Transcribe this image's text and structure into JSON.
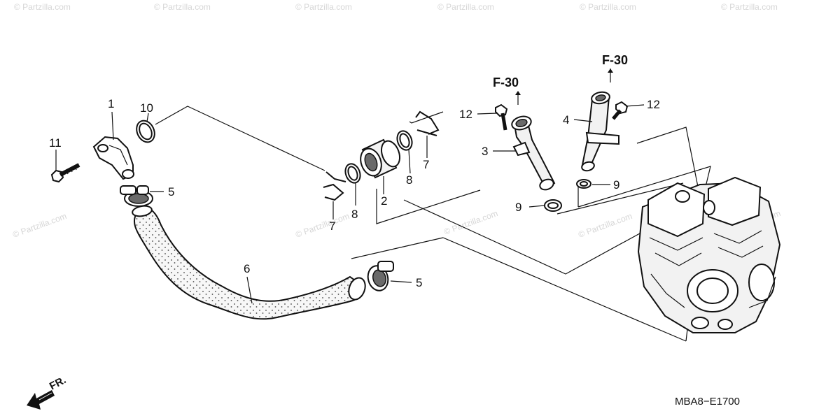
{
  "watermark": "© Partzilla.com",
  "diagram_code": "MBA8−E1700",
  "front_marker": "FR.",
  "references": [
    {
      "id": "f30-left",
      "text": "F-30"
    },
    {
      "id": "f30-right",
      "text": "F-30"
    }
  ],
  "callouts": [
    {
      "id": "c1",
      "text": "1"
    },
    {
      "id": "c10",
      "text": "10"
    },
    {
      "id": "c11",
      "text": "11"
    },
    {
      "id": "c5a",
      "text": "5"
    },
    {
      "id": "c6",
      "text": "6"
    },
    {
      "id": "c5b",
      "text": "5"
    },
    {
      "id": "c7a",
      "text": "7"
    },
    {
      "id": "c8a",
      "text": "8"
    },
    {
      "id": "c2",
      "text": "2"
    },
    {
      "id": "c8b",
      "text": "8"
    },
    {
      "id": "c7b",
      "text": "7"
    },
    {
      "id": "c12a",
      "text": "12"
    },
    {
      "id": "c3",
      "text": "3"
    },
    {
      "id": "c9a",
      "text": "9"
    },
    {
      "id": "c4",
      "text": "4"
    },
    {
      "id": "c12b",
      "text": "12"
    },
    {
      "id": "c9b",
      "text": "9"
    }
  ]
}
